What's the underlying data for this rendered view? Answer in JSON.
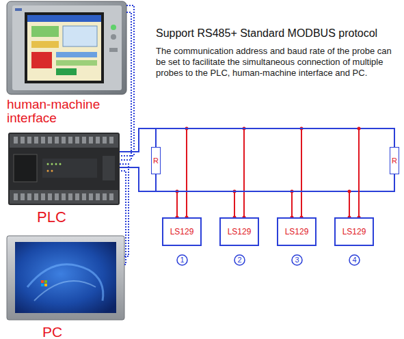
{
  "diagram": {
    "title": "Support RS485+ Standard MODBUS protocol",
    "nodes": [
      {
        "text": [
          "human-machine interface"
        ]
      },
      {
        "text": [
          "PLC"
        ]
      },
      {
        "text": [
          "R"
        ]
      },
      {
        "text": [
          "R"
        ]
      },
      {
        "text": [
          "LS129"
        ]
      },
      {
        "text": [
          "LS129"
        ]
      },
      {
        "text": [
          "LS129"
        ]
      },
      {
        "text": [
          "LS129"
        ]
      },
      {
        "text": [
          "1"
        ]
      },
      {
        "text": [
          "2"
        ]
      },
      {
        "text": [
          "3"
        ]
      },
      {
        "text": [
          "4"
        ]
      },
      {
        "text": [
          "PC"
        ]
      }
    ],
    "edges": [
      {
        "from": 0,
        "to": 1,
        "arrow": "none"
      },
      {
        "from": 12,
        "to": 1,
        "arrow": "none"
      },
      {
        "from": 1,
        "to": 2,
        "arrow": "none"
      },
      {
        "from": 1,
        "to": 3,
        "arrow": "none"
      },
      {
        "from": 1,
        "to": 4,
        "arrow": "none"
      },
      {
        "from": 1,
        "to": 5,
        "arrow": "none"
      },
      {
        "from": 1,
        "to": 6,
        "arrow": "none"
      },
      {
        "from": 1,
        "to": 7,
        "arrow": "none"
      }
    ],
    "labels": [
      "The communication address and baud rate of the probe can be set to facilitate the simultaneous connection of multiple probes to the PLC, human-machine interface and PC."
    ]
  }
}
